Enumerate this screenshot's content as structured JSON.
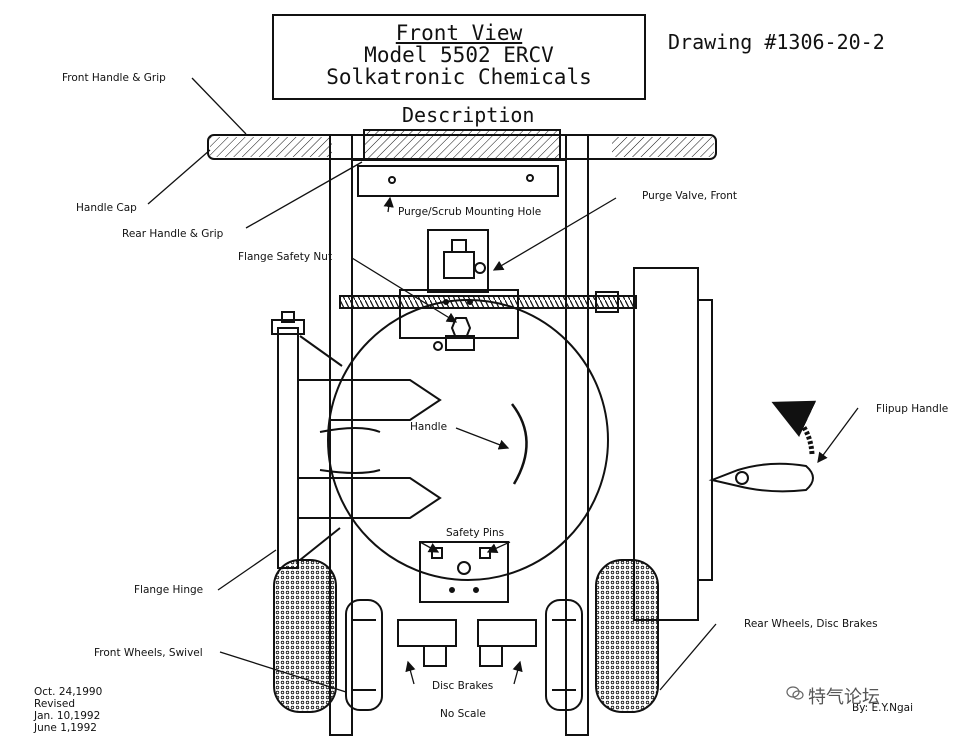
{
  "title": {
    "line1": "Front View",
    "line2": "Model 5502 ERCV",
    "line3": "Solkatronic Chemicals"
  },
  "drawing_number": "Drawing #1306-20-2",
  "section_heading": "Description",
  "labels": {
    "front_handle_grip": "Front Handle & Grip",
    "handle_cap": "Handle Cap",
    "rear_handle_grip": "Rear Handle & Grip",
    "purge_scrub_hole": "Purge/Scrub Mounting Hole",
    "purge_valve_front": "Purge Valve, Front",
    "flange_safety_nut": "Flange Safety Nut",
    "flipup_handle": "Flipup Handle",
    "handle": "Handle",
    "safety_pins": "Safety Pins",
    "flange_hinge": "Flange Hinge",
    "rear_wheels": "Rear Wheels, Disc Brakes",
    "front_wheels": "Front Wheels, Swivel",
    "disc_brakes": "Disc Brakes",
    "no_scale": "No Scale",
    "author": "By: E.Y.Ngai"
  },
  "revision_notes": {
    "line1": "Oct. 24,1990",
    "line2": "Revised",
    "line3": "Jan. 10,1992",
    "line4": "June 1,1992"
  },
  "watermark": "特气论坛"
}
